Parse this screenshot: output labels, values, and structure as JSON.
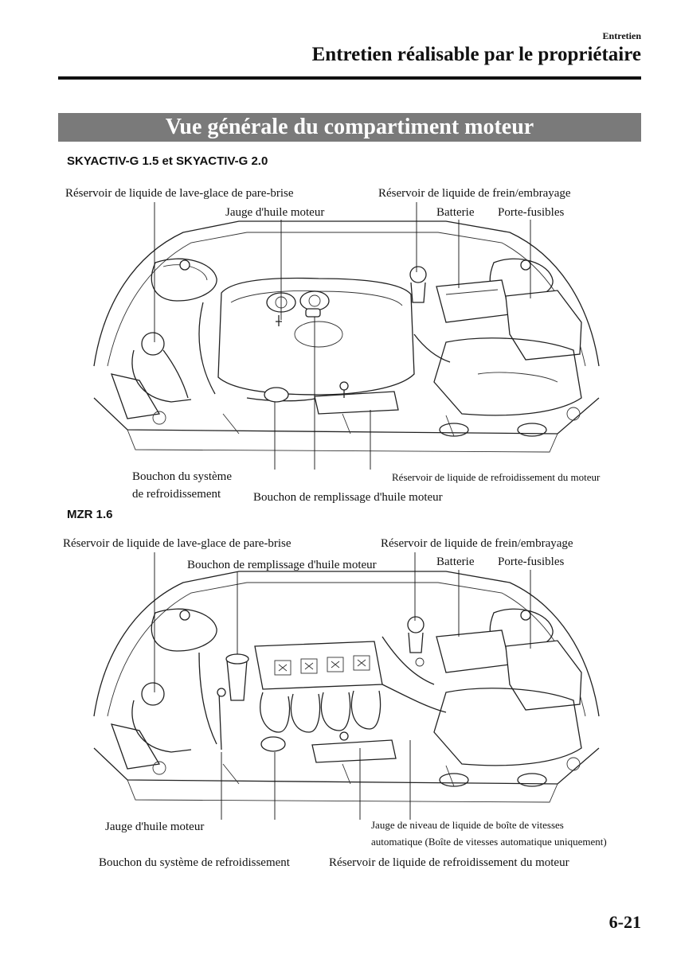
{
  "header": {
    "section": "Entretien",
    "title": "Entretien réalisable par le propriétaire"
  },
  "banner": "Vue générale du compartiment moteur",
  "diagram1": {
    "heading": "SKYACTIV-G 1.5 et SKYACTIV-G 2.0",
    "labels": {
      "washer": "Réservoir de liquide de lave-glace de pare-brise",
      "dipstick": "Jauge d'huile moteur",
      "brake": "Réservoir de liquide de frein/embrayage",
      "battery": "Batterie",
      "fuse": "Porte-fusibles",
      "cap_line1": "Bouchon du système",
      "cap_line2": "de refroidissement",
      "oil_fill": "Bouchon de remplissage d'huile moteur",
      "coolant": "Réservoir de liquide de refroidissement du moteur"
    }
  },
  "diagram2": {
    "heading": "MZR 1.6",
    "labels": {
      "washer": "Réservoir de liquide de lave-glace de pare-brise",
      "oil_fill": "Bouchon de remplissage d'huile moteur",
      "brake": "Réservoir de liquide de frein/embrayage",
      "battery": "Batterie",
      "fuse": "Porte-fusibles",
      "dipstick": "Jauge d'huile moteur",
      "atf_line1": "Jauge de niveau de liquide de boîte de vitesses",
      "atf_line2": "automatique (Boîte de vitesses automatique uniquement)",
      "cap": "Bouchon du système de refroidissement",
      "coolant": "Réservoir de liquide de refroidissement du moteur"
    }
  },
  "page_number": "6-21"
}
